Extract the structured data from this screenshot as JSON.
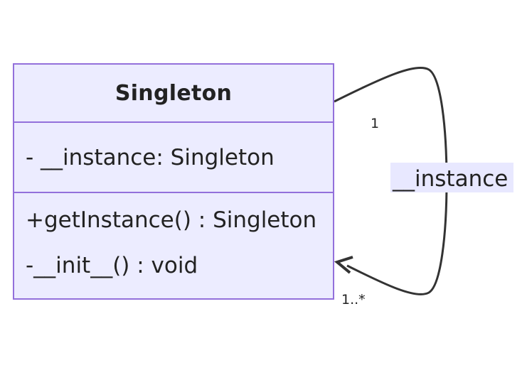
{
  "diagram": {
    "type": "class-diagram",
    "classes": [
      {
        "name": "Singleton",
        "attributes": [
          "- __instance: Singleton"
        ],
        "methods": [
          "+getInstance() : Singleton",
          "-__init__() : void"
        ]
      }
    ],
    "relation": {
      "label": "__instance",
      "from_cardinality": "1",
      "to_cardinality": "1..*",
      "arrow": "open-arrow"
    },
    "colors": {
      "class_fill": "#ECECFF",
      "class_border": "#9370DB",
      "edge": "#333333",
      "label_bg": "#E8E8FF"
    }
  }
}
